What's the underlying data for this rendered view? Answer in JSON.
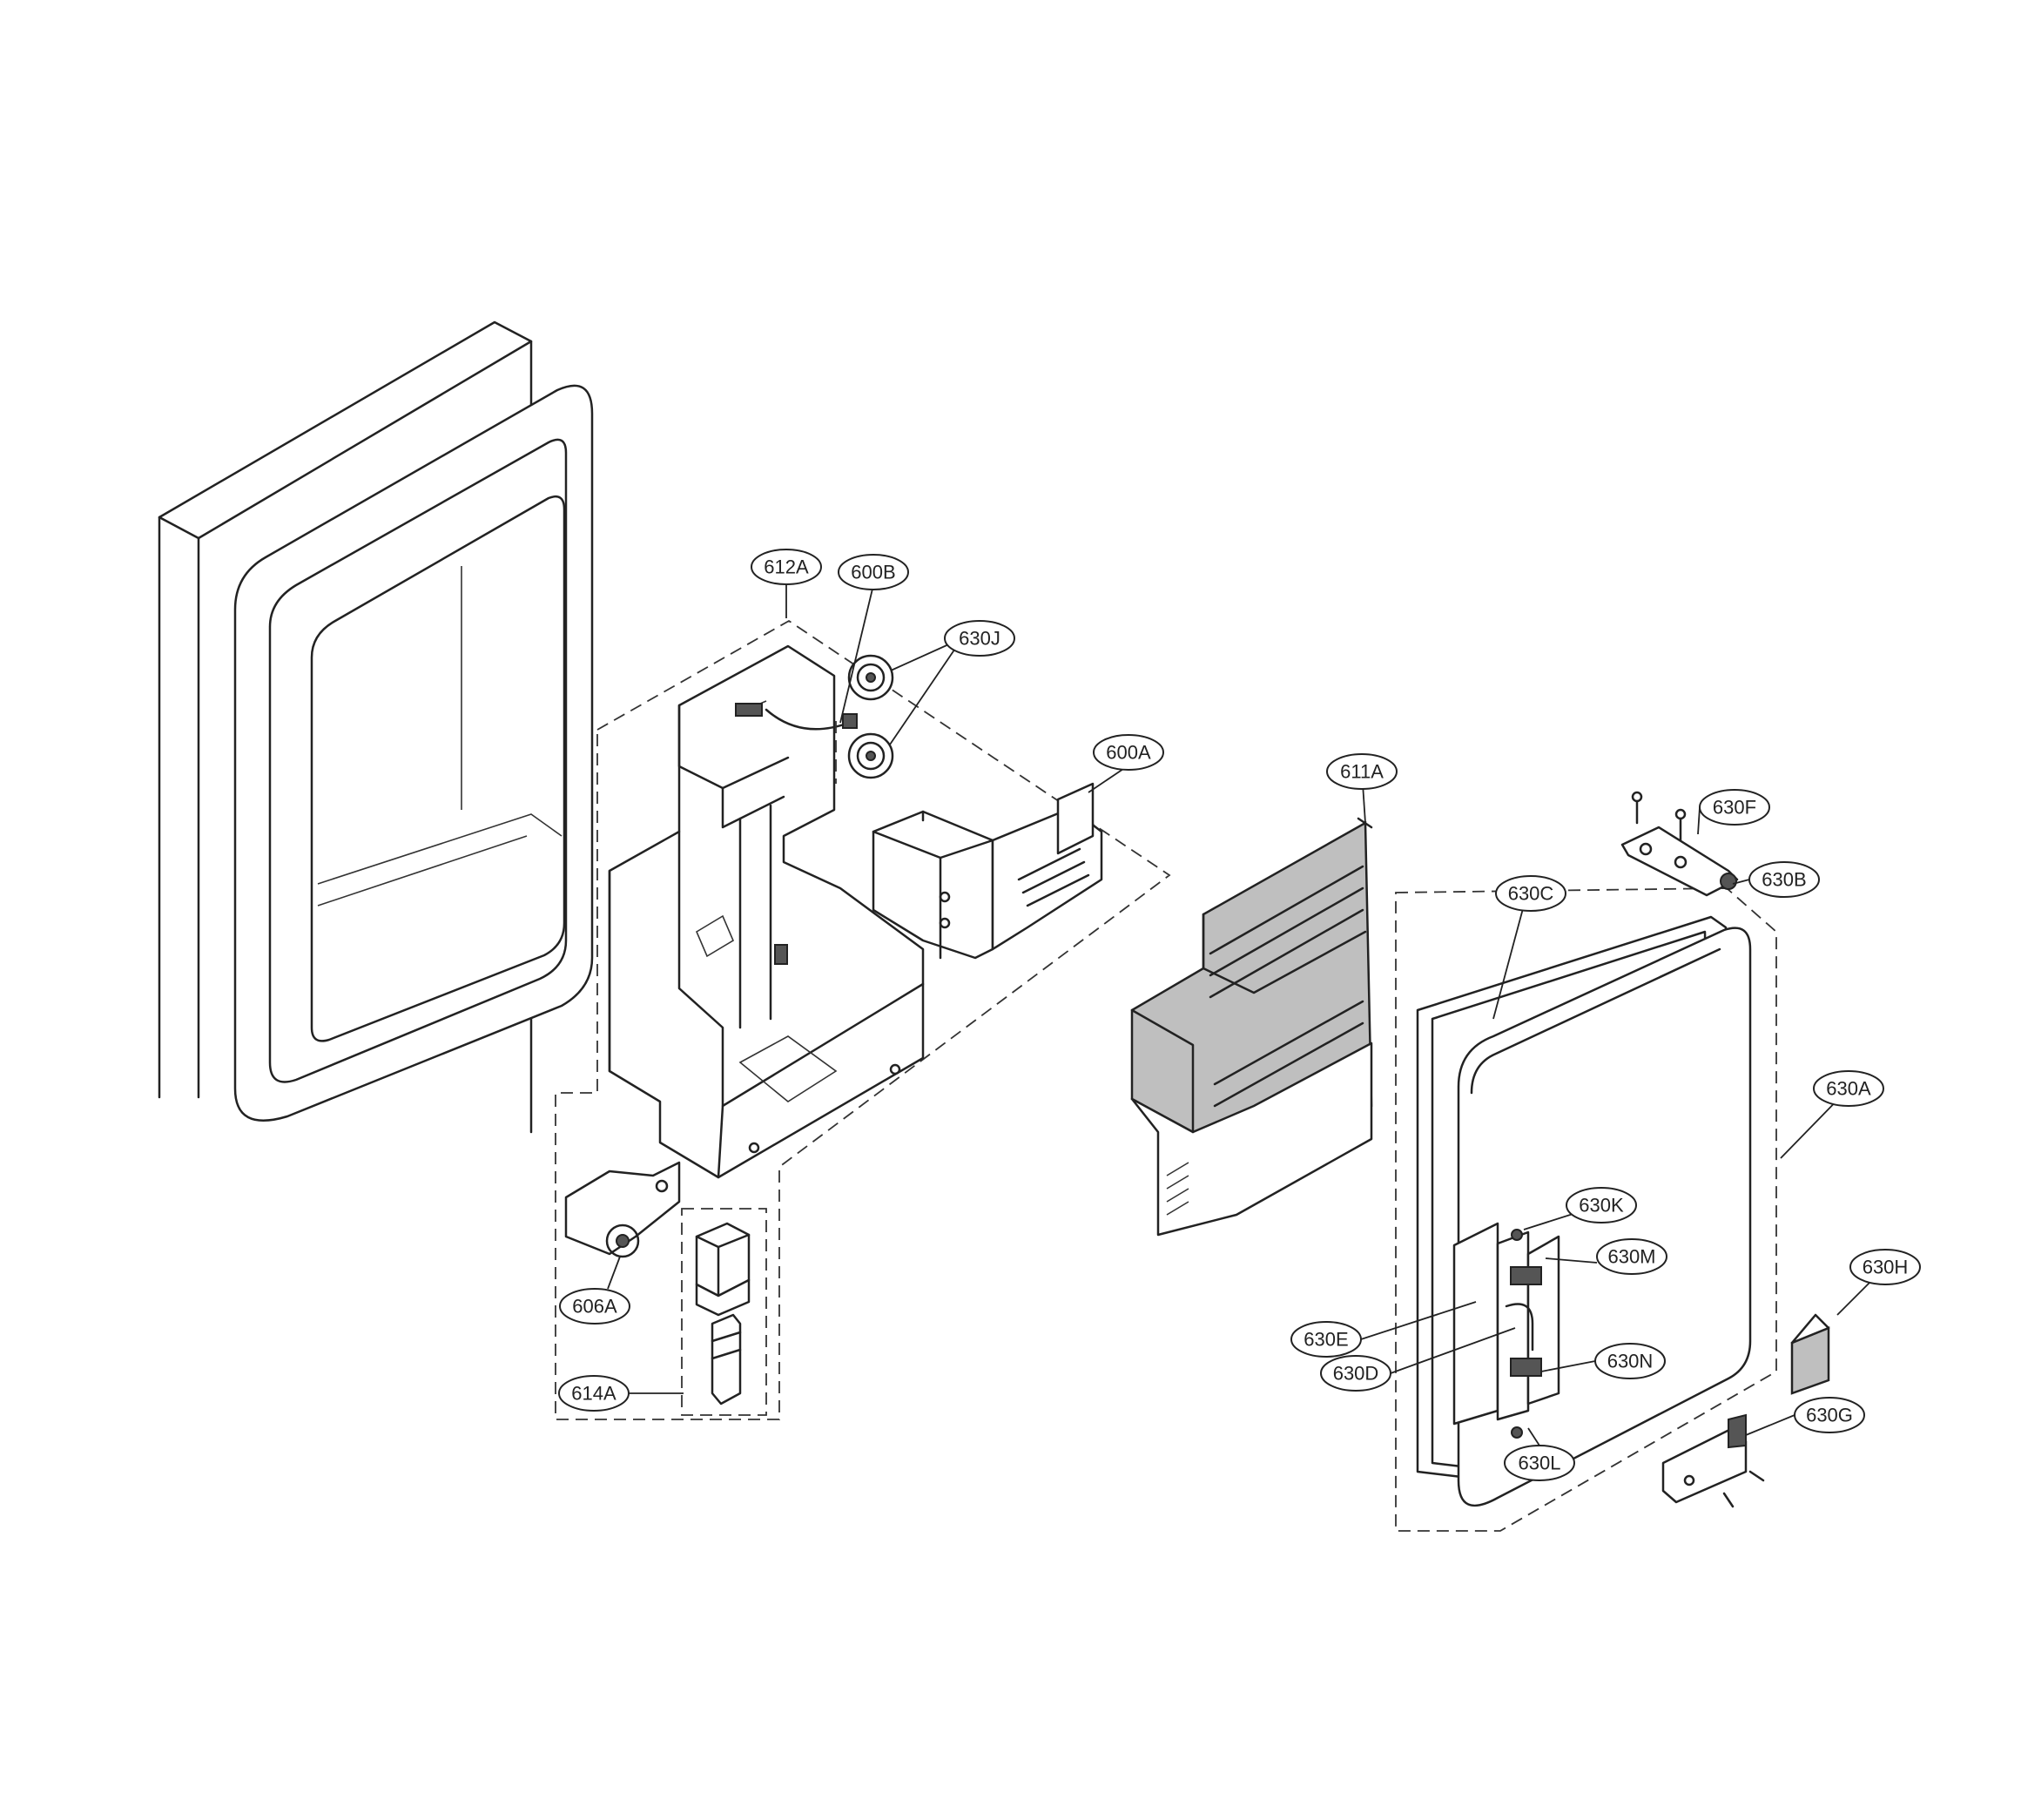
{
  "diagram": {
    "labels": {
      "612A": "612A",
      "600B": "600B",
      "630J": "630J",
      "600A": "600A",
      "611A": "611A",
      "630F": "630F",
      "630B": "630B",
      "630C": "630C",
      "630A": "630A",
      "630K": "630K",
      "630M": "630M",
      "630H": "630H",
      "630E": "630E",
      "630N": "630N",
      "630D": "630D",
      "630G": "630G",
      "630L": "630L",
      "606A": "606A",
      "614A": "614A"
    }
  }
}
